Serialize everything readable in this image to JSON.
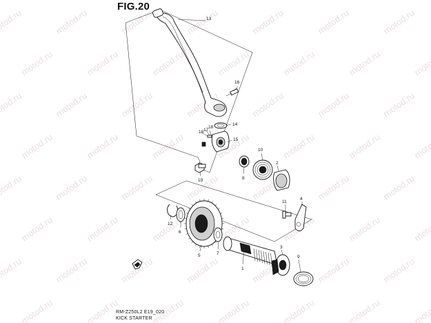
{
  "figure": {
    "title": "FIG.20"
  },
  "footer": {
    "code": "RM-Z250L2 E19_020",
    "name": "KICK STARTER"
  },
  "watermark": {
    "text": "motod.ru"
  },
  "callouts": [
    "13",
    "16",
    "14",
    "18",
    "17",
    "18",
    "15",
    "19",
    "10",
    "2",
    "8",
    "11",
    "4",
    "12",
    "6",
    "5",
    "7",
    "1",
    "3",
    "9"
  ]
}
